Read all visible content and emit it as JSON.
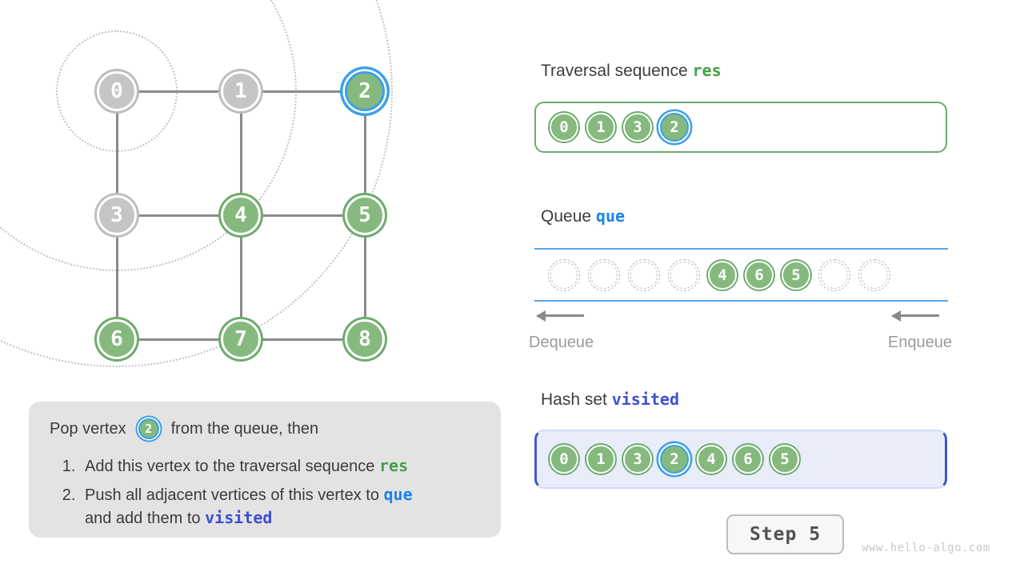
{
  "colors": {
    "node_green_fill": "#85b97e",
    "node_green_line": "#6cab6c",
    "node_gray_fill": "#c5c5c5",
    "node_gray_line": "#bdbdbd",
    "highlight_blue": "#3da0e8",
    "edge_gray": "#8b8b8b",
    "res_green": "#43a047",
    "que_blue": "#1a84e8",
    "visited_indigo": "#3d4fd0",
    "queue_line_blue": "#56a5e8",
    "hashset_bg": "#e9edf9",
    "hashset_border": "#4356cc",
    "explanation_bg": "#e3e3e3"
  },
  "graph": {
    "vertices": [
      {
        "id": "0",
        "state": "gray"
      },
      {
        "id": "1",
        "state": "gray"
      },
      {
        "id": "2",
        "state": "green",
        "highlighted": true
      },
      {
        "id": "3",
        "state": "gray"
      },
      {
        "id": "4",
        "state": "green"
      },
      {
        "id": "5",
        "state": "green"
      },
      {
        "id": "6",
        "state": "green"
      },
      {
        "id": "7",
        "state": "green"
      },
      {
        "id": "8",
        "state": "green"
      }
    ],
    "edges": [
      [
        0,
        1
      ],
      [
        1,
        2
      ],
      [
        0,
        3
      ],
      [
        1,
        4
      ],
      [
        2,
        5
      ],
      [
        3,
        4
      ],
      [
        4,
        5
      ],
      [
        3,
        6
      ],
      [
        4,
        7
      ],
      [
        5,
        8
      ],
      [
        6,
        7
      ],
      [
        7,
        8
      ]
    ],
    "wave_radii": [
      76,
      225,
      345
    ]
  },
  "explanation": {
    "intro_pre": "Pop vertex",
    "intro_node": "2",
    "intro_post": "from the queue, then",
    "steps": [
      {
        "text": "Add this vertex to the traversal sequence ",
        "code": "res"
      },
      {
        "text": "Push all adjacent vertices of this vertex to ",
        "code": "que",
        "text2": "and add them to ",
        "code2": "visited"
      }
    ]
  },
  "traversal": {
    "title": "Traversal sequence",
    "code": "res",
    "items": [
      {
        "label": "0"
      },
      {
        "label": "1"
      },
      {
        "label": "3"
      },
      {
        "label": "2",
        "highlighted": true
      }
    ]
  },
  "queue": {
    "title": "Queue",
    "code": "que",
    "slots": [
      null,
      null,
      null,
      null,
      {
        "label": "4"
      },
      {
        "label": "6"
      },
      {
        "label": "5"
      },
      null,
      null
    ],
    "dequeue_label": "Dequeue",
    "enqueue_label": "Enqueue"
  },
  "hashset": {
    "title": "Hash set",
    "code": "visited",
    "items": [
      {
        "label": "0"
      },
      {
        "label": "1"
      },
      {
        "label": "3"
      },
      {
        "label": "2",
        "highlighted": true
      },
      {
        "label": "4"
      },
      {
        "label": "6"
      },
      {
        "label": "5"
      }
    ]
  },
  "step_button": {
    "label": "Step 5"
  },
  "watermark": "www.hello-algo.com"
}
